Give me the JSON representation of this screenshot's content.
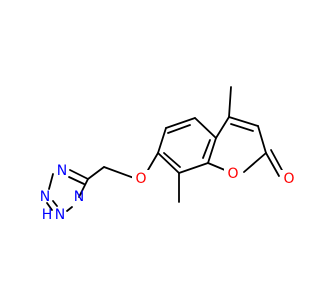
{
  "molecule": {
    "atoms": {
      "n_top": "N",
      "n_upper": "N",
      "n_mid_right": "N",
      "nh": "N",
      "h_on_n": "H",
      "ether_o": "O",
      "ring_o": "O",
      "carbonyl_o": "O"
    }
  },
  "colors": {
    "bond": "#000000",
    "nitrogen": "#0000ff",
    "oxygen": "#ff0000",
    "background": "#ffffff"
  }
}
